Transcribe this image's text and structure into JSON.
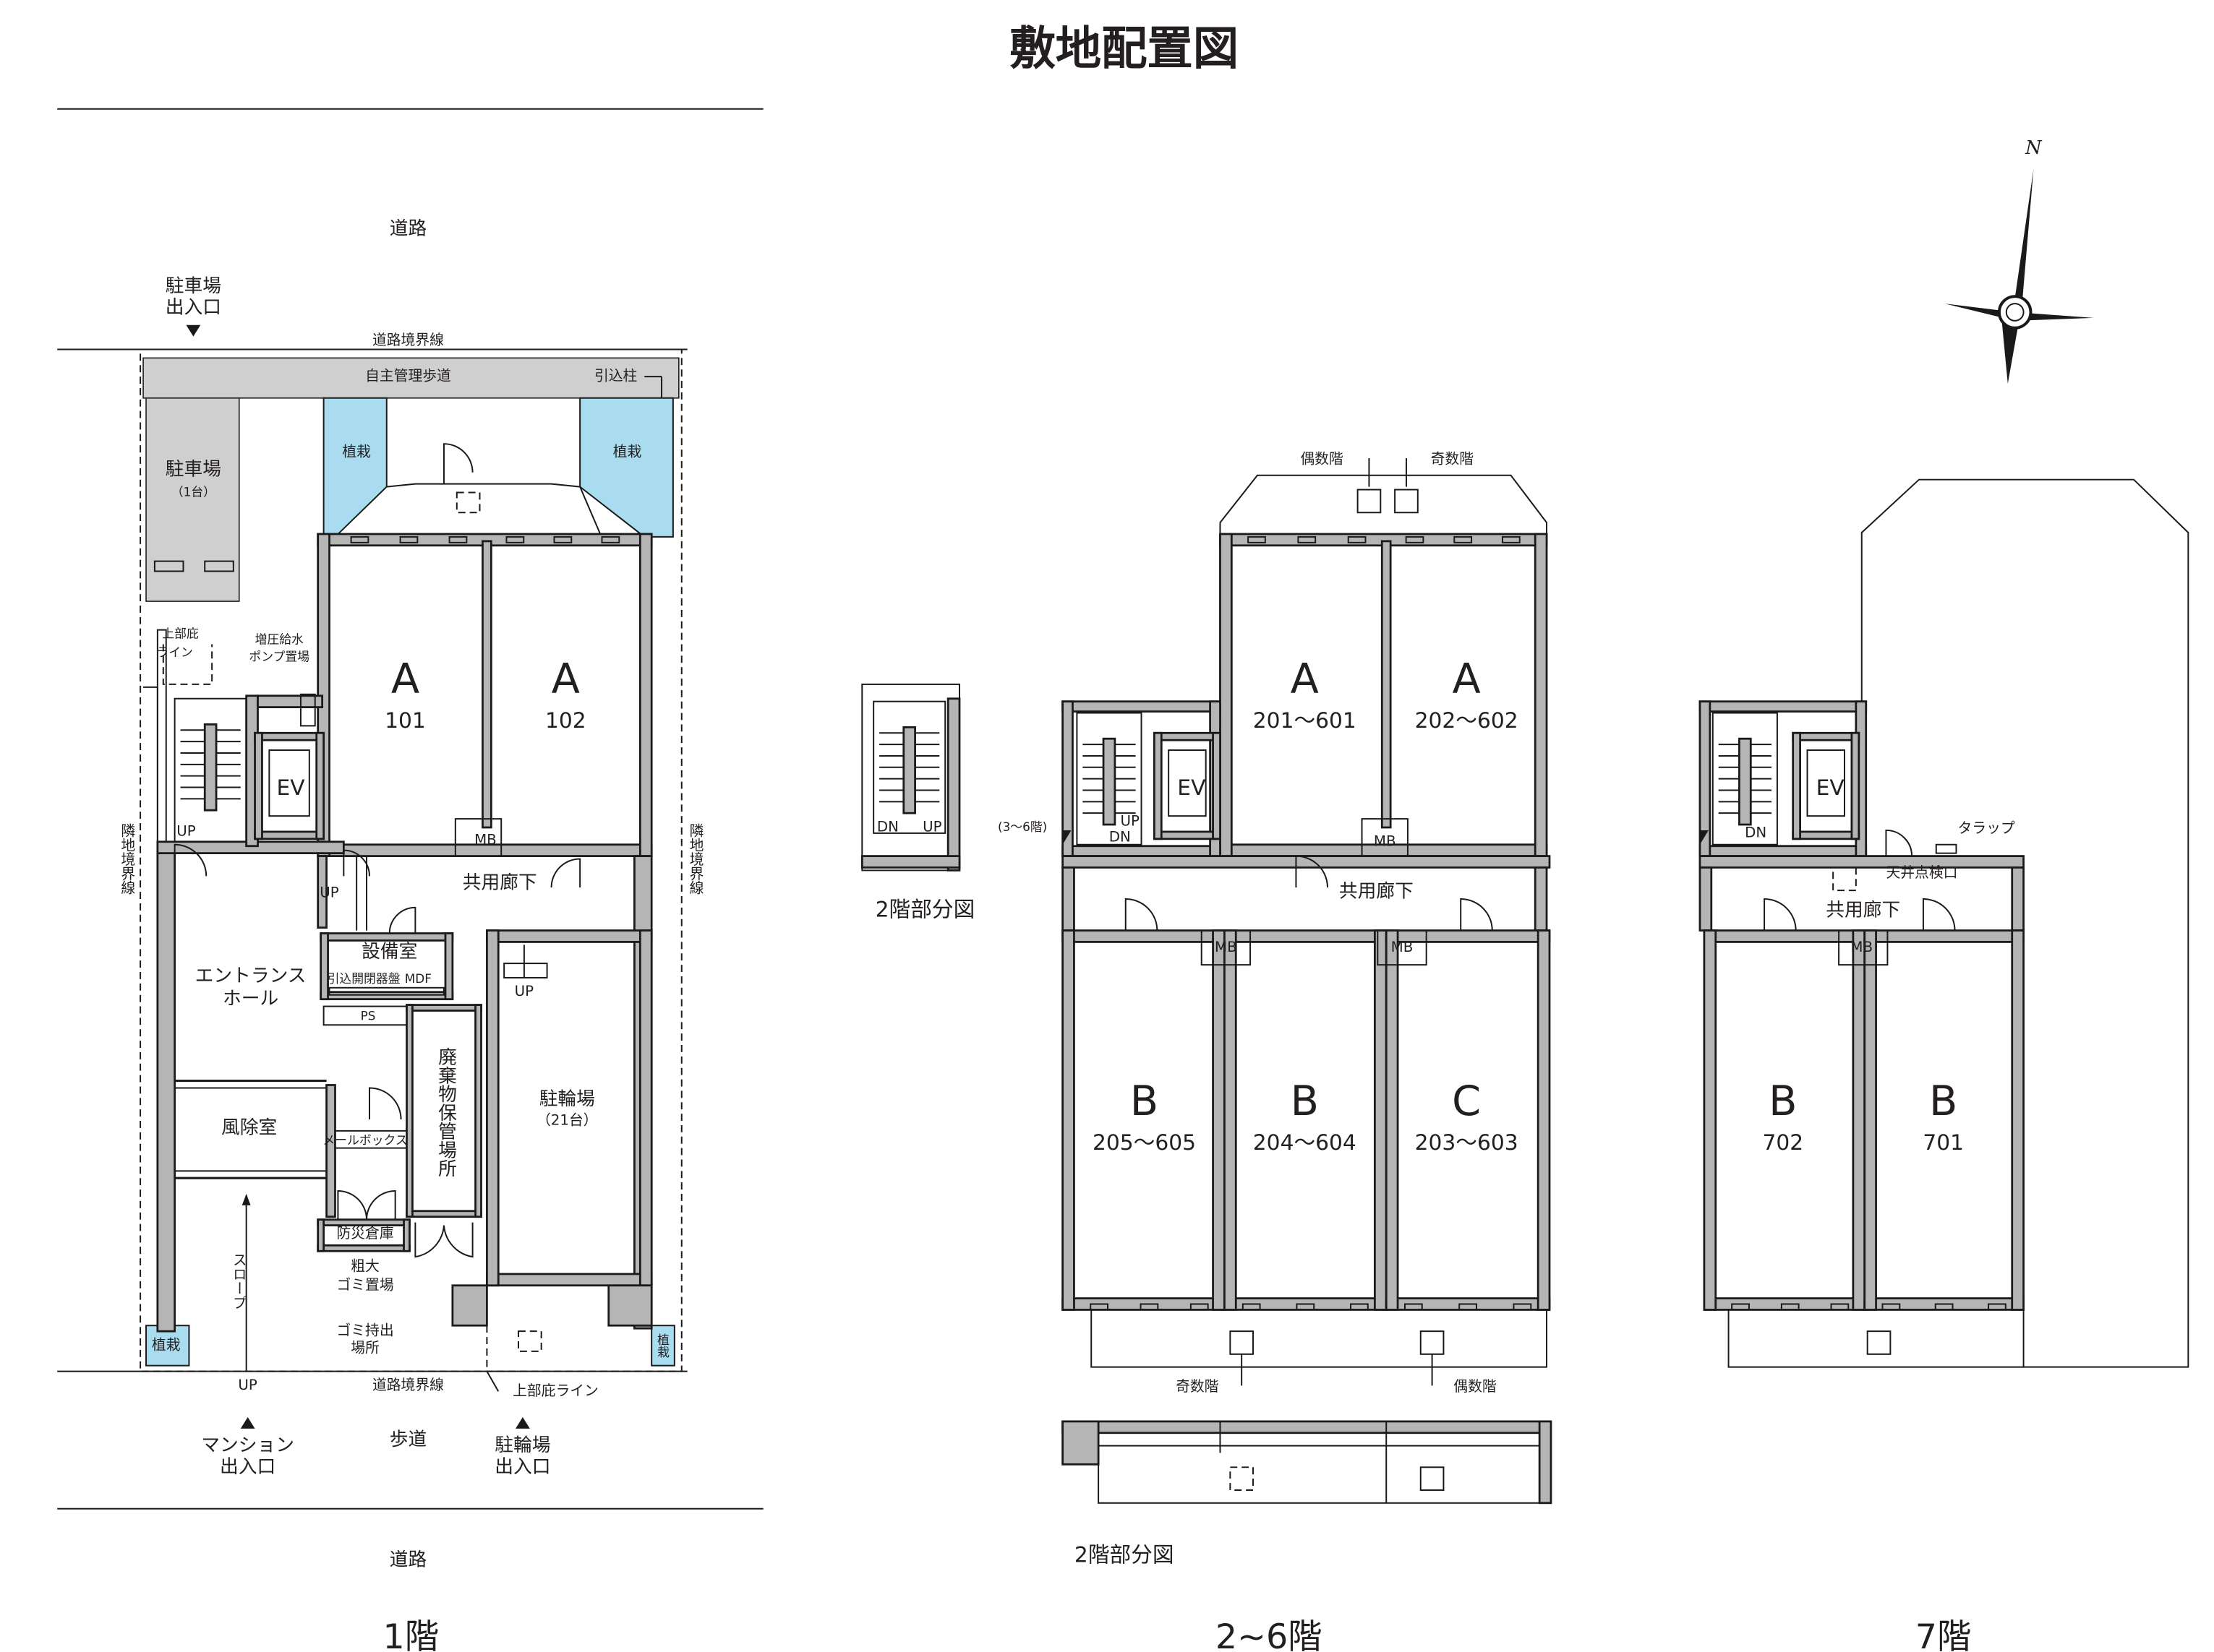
{
  "title": "敷地配置図",
  "colors": {
    "wall": "#b5b5b5",
    "planting": "#a9dcef",
    "line": "#1a1a1a"
  },
  "compass": {
    "north": "N"
  },
  "floor1": {
    "label": "1階",
    "road_top": "道路",
    "road_bottom": "道路",
    "parking_entrance": [
      "駐車場",
      "出入口"
    ],
    "boundary_top": "道路境界線",
    "boundary_bottom": "道路境界線",
    "boundary_left": "隣地境界線",
    "boundary_right": "隣地境界線",
    "private_walkway": "自主管理歩道",
    "service_pole": "引込柱",
    "parking": [
      "駐車場",
      "（1台）"
    ],
    "planting": "植栽",
    "canopy_line_top": [
      "上部庇",
      "ライン"
    ],
    "pump": [
      "増圧給水",
      "ポンプ置場"
    ],
    "units": [
      {
        "type": "A",
        "number": "101"
      },
      {
        "type": "A",
        "number": "102"
      }
    ],
    "mb": "MB",
    "ev": "EV",
    "up": "UP",
    "corridor": "共用廊下",
    "entrance_hall": [
      "エントランス",
      "ホール"
    ],
    "equipment_room": "設備室",
    "switchboard": "引込開閉器盤",
    "mdf": "MDF",
    "ps": "PS",
    "waste_storage": "廃棄物保管場所",
    "bicycle_parking": [
      "駐輪場",
      "（21台）"
    ],
    "windbreak_room": "風除室",
    "mailbox": "メールボックス",
    "disaster_storage": "防災倉庫",
    "bulky_garbage": [
      "粗大",
      "ゴミ置場"
    ],
    "garbage_out": [
      "ゴミ持出",
      "場所"
    ],
    "slope": "スロープ",
    "canopy_line_bottom": "上部庇ライン",
    "sidewalk": "歩道",
    "mansion_entrance": [
      "マンション",
      "出入口"
    ],
    "bicycle_entrance": [
      "駐輪場",
      "出入口"
    ]
  },
  "floor2_6": {
    "label": "2~6階",
    "even_floor": "偶数階",
    "odd_floor": "奇数階",
    "units_top": [
      {
        "type": "A",
        "number": "201～601"
      },
      {
        "type": "A",
        "number": "202～602"
      }
    ],
    "units_bottom": [
      {
        "type": "B",
        "number": "205～605"
      },
      {
        "type": "B",
        "number": "204～604"
      },
      {
        "type": "C",
        "number": "203～603"
      }
    ],
    "mb": "MB",
    "ev": "EV",
    "up": "UP",
    "dn": "DN",
    "corridor": "共用廊下",
    "floors_note": "(3～6階)",
    "partial_2f": "2階部分図"
  },
  "floor7": {
    "label": "7階",
    "units": [
      {
        "type": "B",
        "number": "702"
      },
      {
        "type": "B",
        "number": "701"
      }
    ],
    "mb": "MB",
    "ev": "EV",
    "dn": "DN",
    "corridor": "共用廊下",
    "ladder": "タラップ",
    "ceiling_hatch": "天井点検口"
  }
}
